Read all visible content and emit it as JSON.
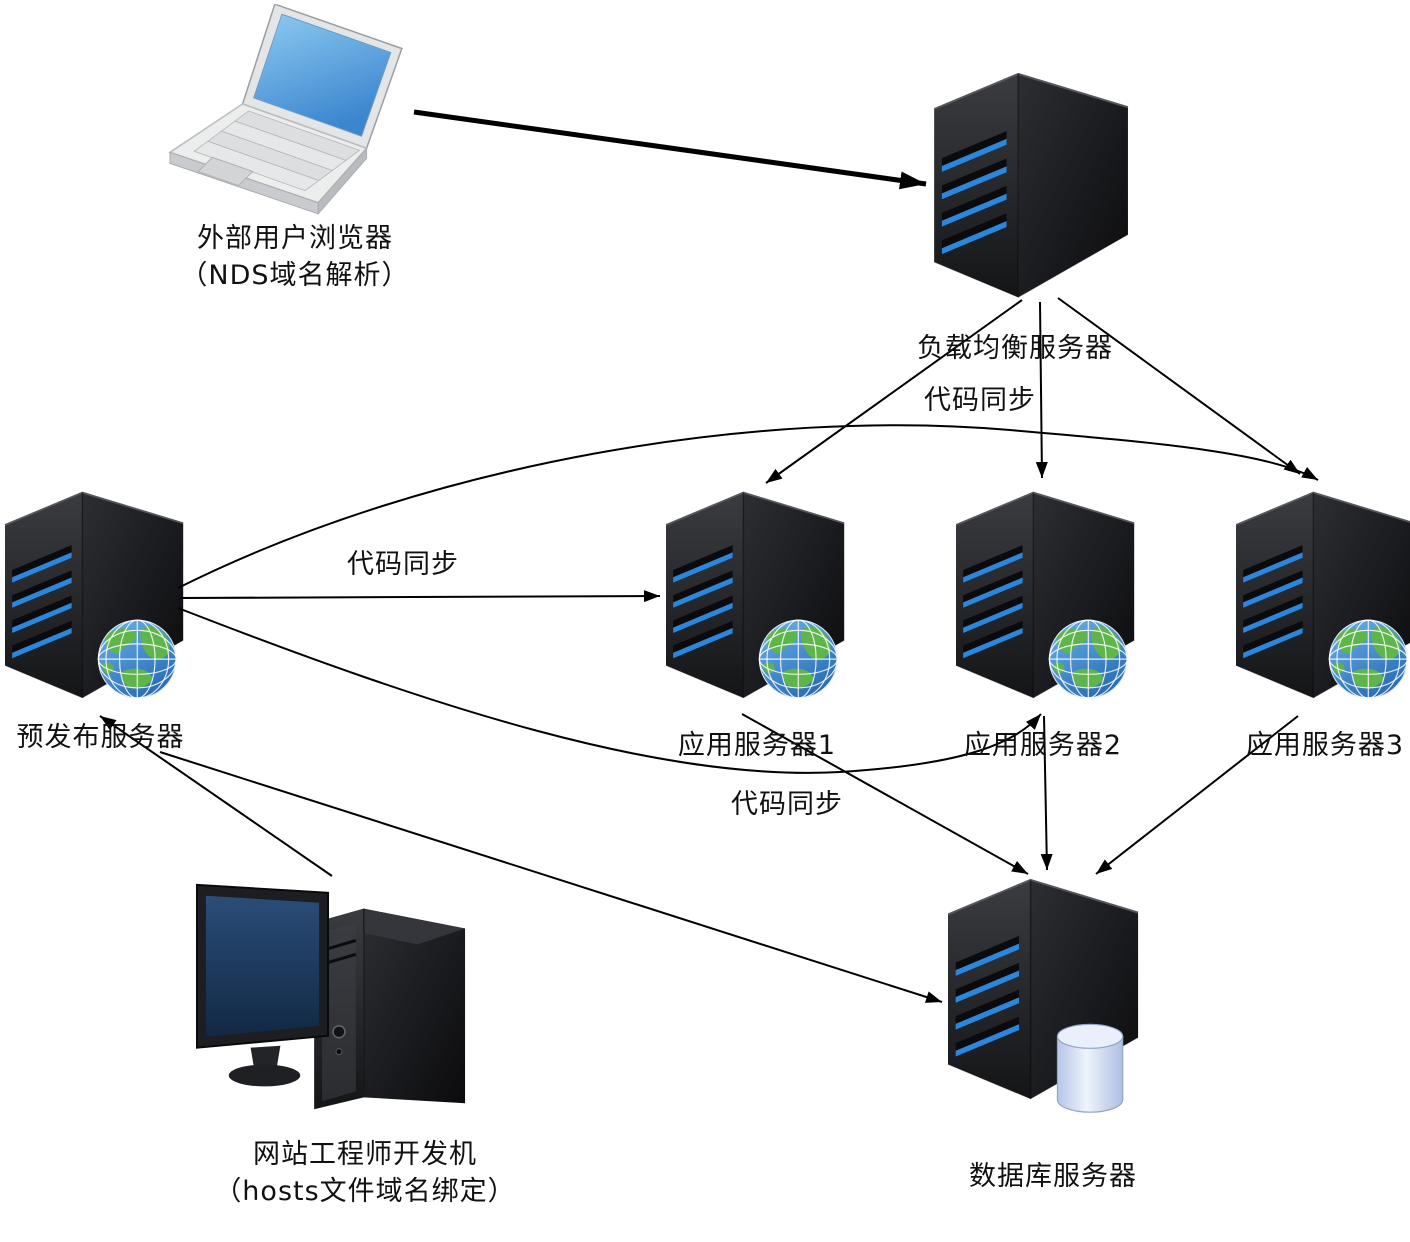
{
  "diagram": {
    "background": "#ffffff",
    "nodes": {
      "external_browser": {
        "icon": "laptop-icon",
        "label_line1": "外部用户浏览器",
        "label_line2": "（NDS域名解析）"
      },
      "load_balancer": {
        "icon": "server-icon",
        "label": "负载均衡服务器"
      },
      "staging_server": {
        "icon": "web-server-icon",
        "label": "预发布服务器"
      },
      "app_server_1": {
        "icon": "web-server-icon",
        "label": "应用服务器1"
      },
      "app_server_2": {
        "icon": "web-server-icon",
        "label": "应用服务器2"
      },
      "app_server_3": {
        "icon": "web-server-icon",
        "label": "应用服务器3"
      },
      "developer_machine": {
        "icon": "desktop-pc-icon",
        "label_line1": "网站工程师开发机",
        "label_line2": "（hosts文件域名绑定）"
      },
      "database_server": {
        "icon": "database-server-icon",
        "label": "数据库服务器"
      }
    },
    "edges": {
      "sync_label_top": "代码同步",
      "sync_label_left": "代码同步",
      "sync_label_bottom": "代码同步"
    },
    "connections": [
      {
        "from": "external_browser",
        "to": "load_balancer",
        "style": "bold"
      },
      {
        "from": "load_balancer",
        "to": "app_server_1"
      },
      {
        "from": "load_balancer",
        "to": "app_server_2"
      },
      {
        "from": "load_balancer",
        "to": "app_server_3"
      },
      {
        "from": "staging_server",
        "to": "app_server_3",
        "label": "代码同步",
        "style": "curved"
      },
      {
        "from": "staging_server",
        "to": "app_server_1",
        "label": "代码同步"
      },
      {
        "from": "staging_server",
        "to": "app_server_2",
        "label": "代码同步",
        "style": "curved"
      },
      {
        "from": "app_server_1",
        "to": "database_server"
      },
      {
        "from": "app_server_2",
        "to": "database_server"
      },
      {
        "from": "app_server_3",
        "to": "database_server"
      },
      {
        "from": "developer_machine",
        "to": "staging_server"
      },
      {
        "from": "staging_server",
        "to": "database_server"
      }
    ],
    "colors": {
      "led_blue": "#2b87dd",
      "globe_blue": "#3f8fd6",
      "globe_green": "#5fb54c",
      "db_cylinder": "#dfe8f8",
      "laptop_screen": "#5aa2dd",
      "line": "#000000"
    }
  }
}
